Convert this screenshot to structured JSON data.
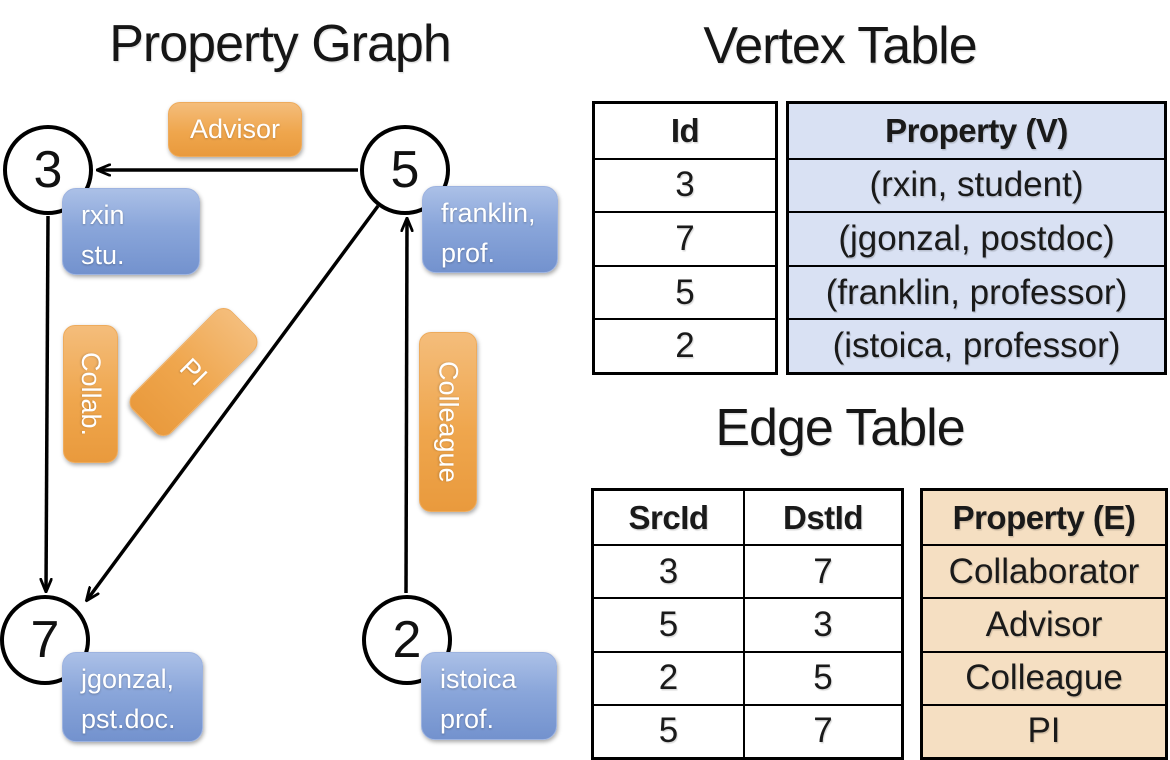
{
  "titles": {
    "graph": "Property Graph",
    "vertex_table": "Vertex Table",
    "edge_table": "Edge Table"
  },
  "graph": {
    "nodes": {
      "n3": {
        "id": "3",
        "prop1": "rxin",
        "prop2": "stu."
      },
      "n5": {
        "id": "5",
        "prop1": "franklin,",
        "prop2": "prof."
      },
      "n7": {
        "id": "7",
        "prop1": "jgonzal,",
        "prop2": "pst.doc."
      },
      "n2": {
        "id": "2",
        "prop1": "istoica",
        "prop2": "prof."
      }
    },
    "edges": {
      "advisor": {
        "label": "Advisor",
        "from": "5",
        "to": "3"
      },
      "collab": {
        "label": "Collab.",
        "from": "3",
        "to": "7"
      },
      "pi": {
        "label": "PI",
        "from": "5",
        "to": "7"
      },
      "colleague": {
        "label": "Colleague",
        "from": "2",
        "to": "5"
      }
    }
  },
  "vertex_table": {
    "col_id": "Id",
    "col_property": "Property (V)",
    "rows": [
      {
        "id": "3",
        "property": "(rxin, student)"
      },
      {
        "id": "7",
        "property": "(jgonzal, postdoc)"
      },
      {
        "id": "5",
        "property": "(franklin, professor)"
      },
      {
        "id": "2",
        "property": "(istoica, professor)"
      }
    ]
  },
  "edge_table": {
    "col_src": "SrcId",
    "col_dst": "DstId",
    "col_property": "Property (E)",
    "rows": [
      {
        "src": "3",
        "dst": "7",
        "property": "Collaborator"
      },
      {
        "src": "5",
        "dst": "3",
        "property": "Advisor"
      },
      {
        "src": "2",
        "dst": "5",
        "property": "Colleague"
      },
      {
        "src": "5",
        "dst": "7",
        "property": "PI"
      }
    ]
  },
  "colors": {
    "edge_label_orange": "#EFA64D",
    "vertex_prop_blue": "#8AA6DA",
    "vertex_cell_fill": "#D9E1F3",
    "edge_cell_fill": "#F5DFC2",
    "line_black": "#000000"
  }
}
